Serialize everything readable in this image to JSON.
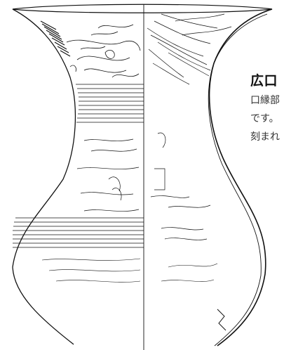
{
  "caption": {
    "title": "広口",
    "lines": [
      "口縁部",
      "です。",
      "刻まれ"
    ]
  },
  "colors": {
    "ink": "#111111",
    "background": "#ffffff"
  }
}
